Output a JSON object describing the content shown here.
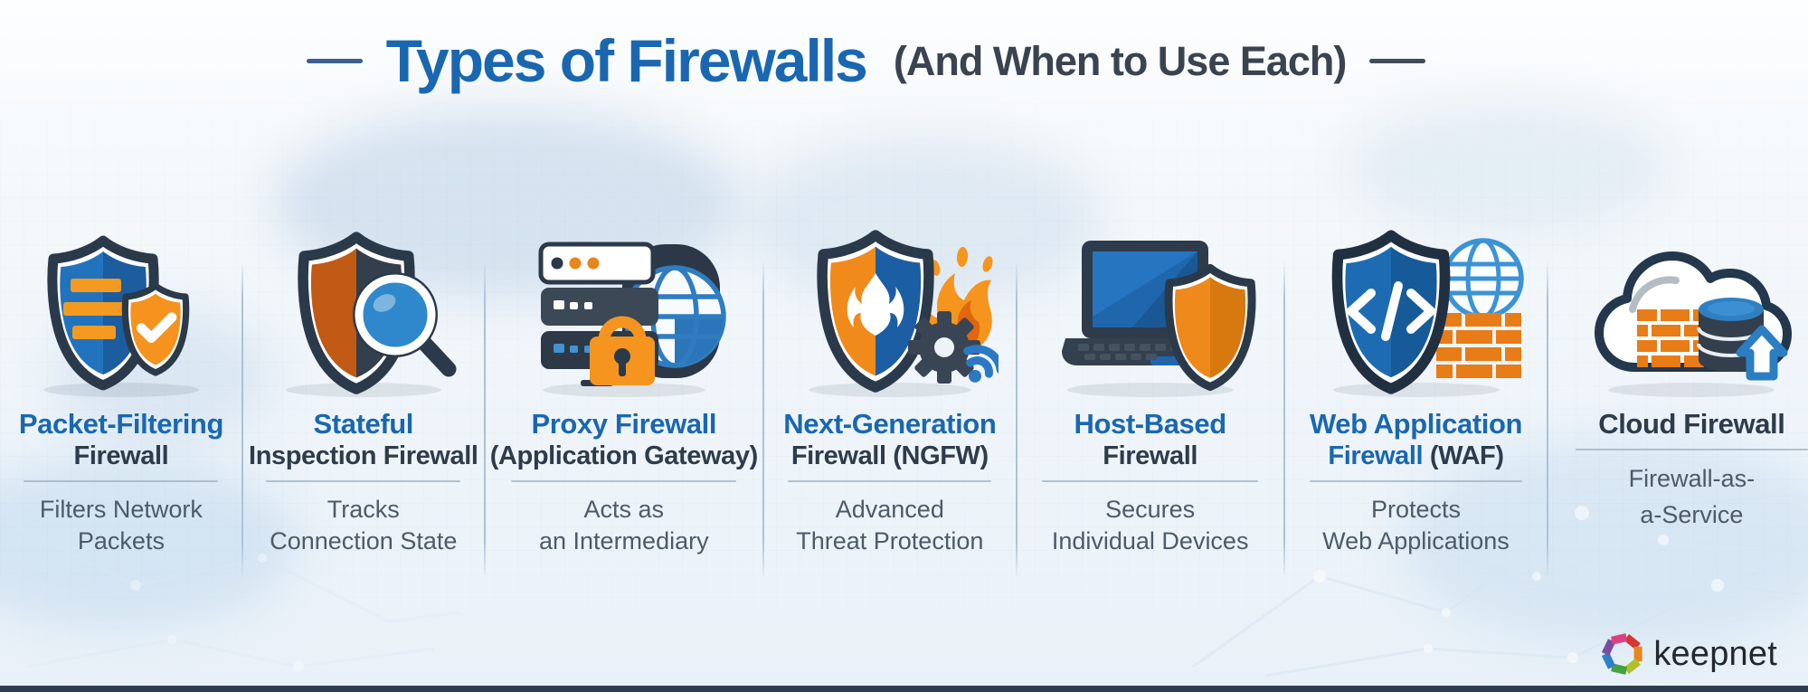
{
  "header": {
    "title_main": "Types of Firewalls",
    "title_sub": "(And When to Use Each)"
  },
  "columns": [
    {
      "icon": "packet-filter-shield-icon",
      "title1": "Packet-Filtering",
      "title2": "Firewall",
      "desc1": "Filters Network",
      "desc2": "Packets"
    },
    {
      "icon": "stateful-magnifier-shield-icon",
      "title1": "Stateful",
      "title2": "Inspection Firewall",
      "desc1": "Tracks",
      "desc2": "Connection State"
    },
    {
      "icon": "proxy-server-globe-lock-icon",
      "title1": "Proxy Firewall",
      "title2": "(Application Gateway)",
      "desc1": "Acts as",
      "desc2": "an Intermediary"
    },
    {
      "icon": "ngfw-shield-flame-gear-icon",
      "title1": "Next-Generation",
      "title2": "Firewall (NGFW)",
      "desc1": "Advanced",
      "desc2": "Threat Protection"
    },
    {
      "icon": "host-laptop-shield-icon",
      "title1": "Host-Based",
      "title2": "Firewall",
      "desc1": "Secures",
      "desc2": "Individual Devices"
    },
    {
      "icon": "waf-shield-code-brickwall-icon",
      "title1": "Web Application",
      "title2a": "Firewall ",
      "title2b": "(WAF)",
      "desc1": "Protects",
      "desc2": "Web Applications"
    },
    {
      "icon": "cloud-firewall-icon",
      "title1": "Cloud Firewall",
      "desc1": "Firewall-as-",
      "desc2": "a-Service"
    }
  ],
  "footer": {
    "brand": "keepnet"
  },
  "colors": {
    "title_blue": "#1a67b0",
    "title_dark": "#2e3b4b",
    "desc_gray": "#4d5a67",
    "accent_orange": "#ef8c1c",
    "icon_navy": "#2b3a4a",
    "divider": "#a9c3d8",
    "bottom_bar": "#2d3c4e"
  }
}
